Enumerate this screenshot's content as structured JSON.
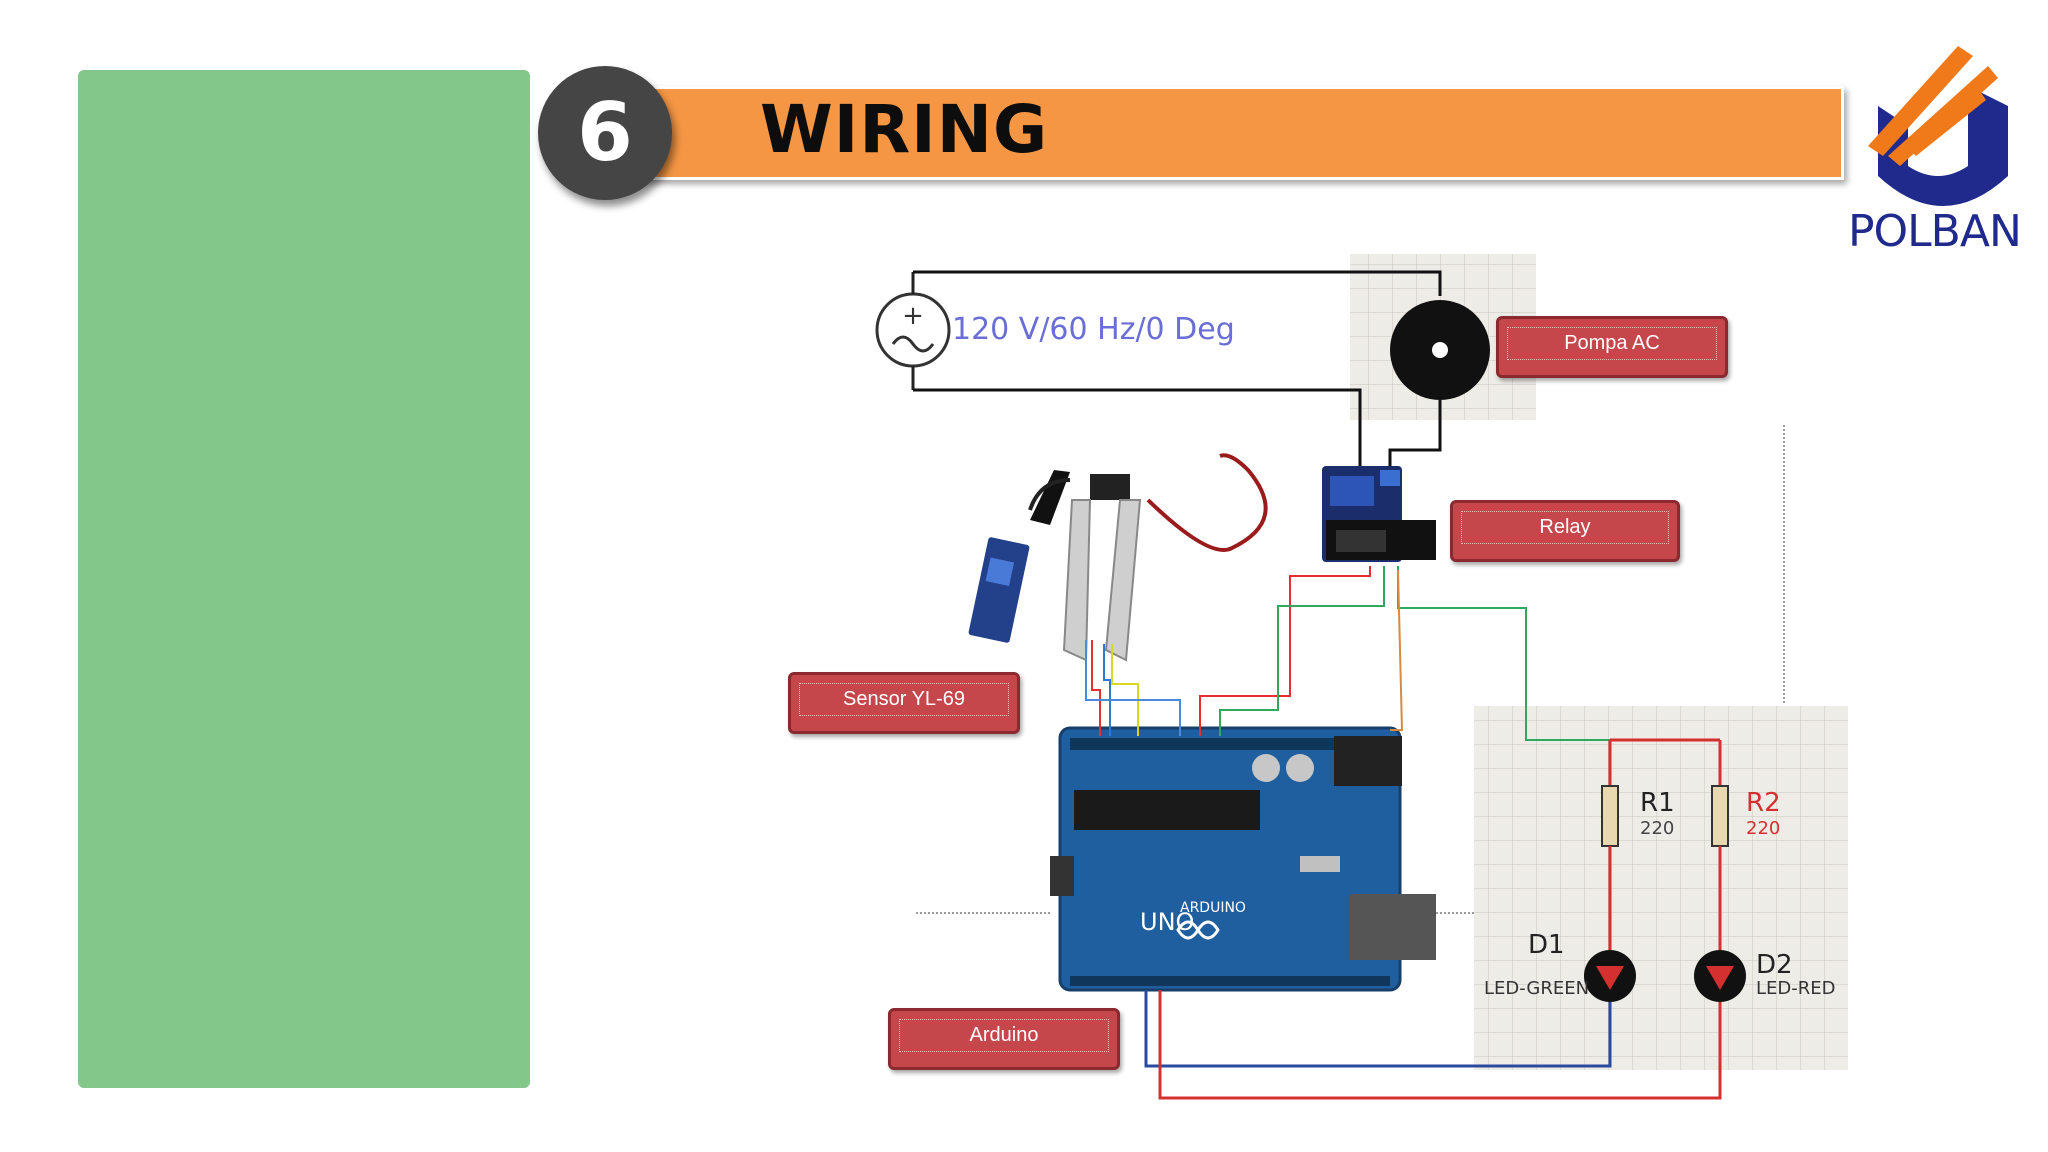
{
  "header": {
    "number": "6",
    "title": "WIRING"
  },
  "logo": {
    "text": "POLBAN"
  },
  "colors": {
    "accent_orange": "#f49644",
    "panel_green": "#84c78a",
    "label_red": "#c5464b",
    "logo_blue": "#1f2a8c",
    "logo_orange": "#f07a1a"
  },
  "diagram": {
    "source_label": "120 V/60 Hz/0 Deg",
    "labels": {
      "pump": "Pompa AC",
      "relay": "Relay",
      "sensor": "Sensor YL-69",
      "arduino": "Arduino"
    },
    "r1": {
      "name": "R1",
      "value": "220"
    },
    "r2": {
      "name": "R2",
      "value": "220"
    },
    "d1": {
      "name": "D1",
      "type": "LED-GREEN"
    },
    "d2": {
      "name": "D2",
      "type": "LED-RED"
    },
    "arduino_board": {
      "brand": "ARDUINO",
      "model": "UNO"
    }
  }
}
